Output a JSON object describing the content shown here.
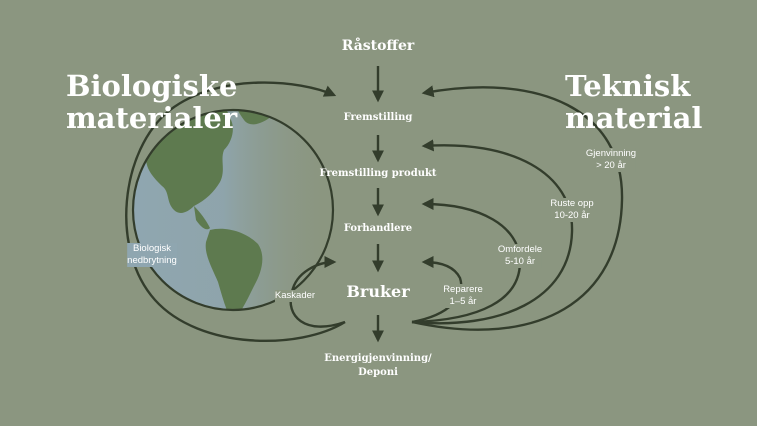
{
  "colors": {
    "background": "#8b9680",
    "land": "#5e7a4f",
    "ocean": "#8fa6b0",
    "arrow": "#333d2c",
    "text": "#ffffff"
  },
  "titles": {
    "biological": [
      "Biologiske",
      "materialer"
    ],
    "technical": [
      "Teknisk",
      "material"
    ]
  },
  "flow_steps": {
    "raw_materials": "Råstoffer",
    "manufacturing": "Fremstilling",
    "product_manufacturing": "Fremstilling produkt",
    "retailer": "Forhandlere",
    "user": "Bruker",
    "energy_recovery": [
      "Energigjenvinning/",
      "Deponi"
    ]
  },
  "loop_labels": {
    "biodegradation": [
      "Biologisk",
      "nedbrytning"
    ],
    "cascades": "Kaskader",
    "repair": [
      "Reparere",
      "1–5 år"
    ],
    "redistribute": [
      "Omfordele",
      "5-10 år"
    ],
    "refurbish": [
      "Ruste opp",
      "10-20 år"
    ],
    "recycling": [
      "Gjenvinning",
      "> 20 år"
    ]
  }
}
